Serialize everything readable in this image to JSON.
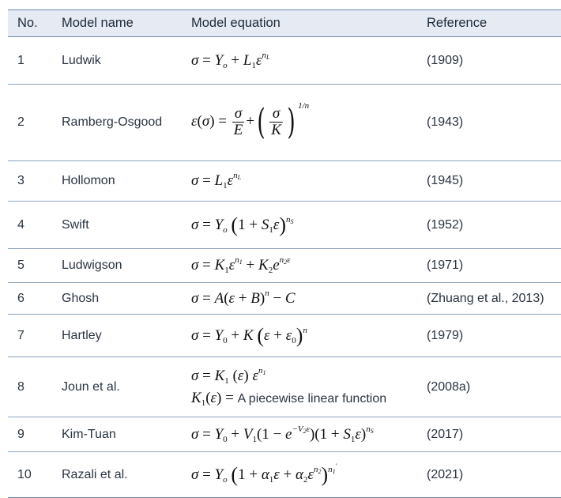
{
  "headers": {
    "no": "No.",
    "model_name": "Model name",
    "model_equation": "Model equation",
    "reference": "Reference"
  },
  "rows": [
    {
      "no": "1",
      "name": "Ludwik",
      "ref": "(1909)"
    },
    {
      "no": "2",
      "name": "Ramberg-Osgood",
      "ref": "(1943)"
    },
    {
      "no": "3",
      "name": "Hollomon",
      "ref": "(1945)"
    },
    {
      "no": "4",
      "name": "Swift",
      "ref": "(1952)"
    },
    {
      "no": "5",
      "name": "Ludwigson",
      "ref": "(1971)"
    },
    {
      "no": "6",
      "name": "Ghosh",
      "ref": "(Zhuang et al., 2013)"
    },
    {
      "no": "7",
      "name": "Hartley",
      "ref": "(1979)"
    },
    {
      "no": "8",
      "name": "Joun et al.",
      "ref": "(2008a)",
      "eq_note": "A piecewise linear function"
    },
    {
      "no": "9",
      "name": "Kim-Tuan",
      "ref": "(2017)"
    },
    {
      "no": "10",
      "name": "Razali et al.",
      "ref": "(2021)"
    }
  ],
  "colors": {
    "header_bg": "#e5eaf3",
    "rule": "#6d86a8",
    "text": "#2a3440"
  }
}
